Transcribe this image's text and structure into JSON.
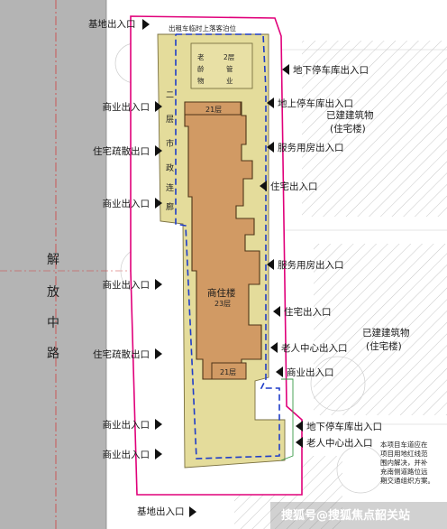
{
  "road": {
    "chars": [
      "解",
      "放",
      "中",
      "路"
    ]
  },
  "top_note": "出租车临时上落客泊位",
  "corner_labels": {
    "top_left": "基地出入口",
    "bottom_left": "基地出入口"
  },
  "left_labels": [
    "商业出入口",
    "住宅疏散出口",
    "商业出入口",
    "商业出入口",
    "住宅疏散出口",
    "商业出入口",
    "商业出入口"
  ],
  "right_labels": [
    "地下停车库出入口",
    "地上停车库出入口",
    "服务用房出入口",
    "住宅出入口",
    "服务用房出入口",
    "住宅出入口",
    "老人中心出入口",
    "商业出入口",
    "地下停车库出入口",
    "老人中心出入口"
  ],
  "podium_vertical_chars": [
    "二",
    "层",
    "市",
    "政",
    "连",
    "廊"
  ],
  "small_block": {
    "chars": [
      "老",
      "龄",
      "物",
      "2层",
      "管",
      "业"
    ]
  },
  "tower": {
    "top_floor_label": "21层",
    "name": "商住楼",
    "floors": "23层",
    "bottom_floor_label": "21层"
  },
  "existing_buildings": [
    {
      "name": "已建建筑物",
      "type": "(住宅楼)"
    },
    {
      "name": "已建建筑物",
      "type": "(住宅楼)"
    }
  ],
  "note": [
    "本项目车道应在",
    "项目用地红线范",
    "围内解决，并补",
    "充南侧道路位远",
    "期交通组织方案。"
  ],
  "watermark": "搜狐号@搜狐焦点韶关站",
  "colors": {
    "road": "#b4b4b4",
    "podium": "#e4dc9b",
    "tower": "#d19a64",
    "redline": "#e0007a",
    "blueline": "#1e3cc8",
    "arrow": "#111111"
  }
}
